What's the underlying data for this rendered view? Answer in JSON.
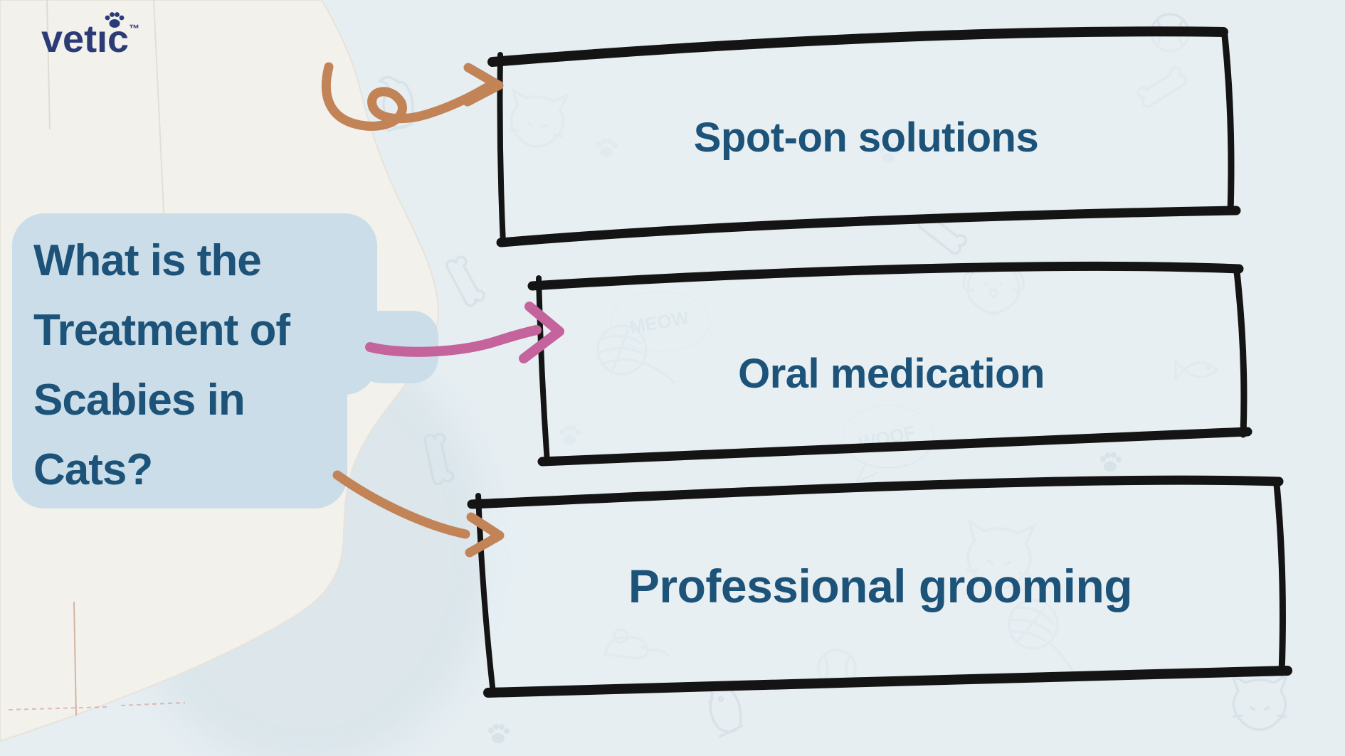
{
  "logo": {
    "text": "vetic",
    "trademark": "™",
    "icon": "paw-icon",
    "color": "#2B3B76"
  },
  "question": {
    "full": "What is the Treatment of Scabies in Cats?",
    "lines": [
      "What is the",
      "Treatment of",
      "Scabies in",
      "Cats?"
    ],
    "bubble_color": "#CBDDE8",
    "text_color": "#1D5378"
  },
  "options": [
    {
      "label": "Spot-on solutions",
      "arrow_color": "#C28357",
      "arrow_style": "looped-curve"
    },
    {
      "label": "Oral medication",
      "arrow_color": "#C4639C",
      "arrow_style": "s-curve"
    },
    {
      "label": "Professional grooming",
      "arrow_color": "#C28357",
      "arrow_style": "down-curve"
    }
  ],
  "doodle_text": {
    "woof": "WOOF",
    "meow": "MEOW"
  },
  "background_doodles": [
    "parrot",
    "cat-face",
    "tall-cat",
    "dog-face",
    "yarn-ball",
    "bone",
    "paw-print",
    "ball",
    "fish",
    "mouse",
    "woof-bubble",
    "meow-cloud"
  ],
  "colors": {
    "background": "#E6EEF2",
    "paper": "#F3F1EC",
    "box_border": "#141414",
    "box_fill": "#E8F0F4",
    "doodle": "#CBD9E2",
    "crease_red": "#C08C74"
  }
}
